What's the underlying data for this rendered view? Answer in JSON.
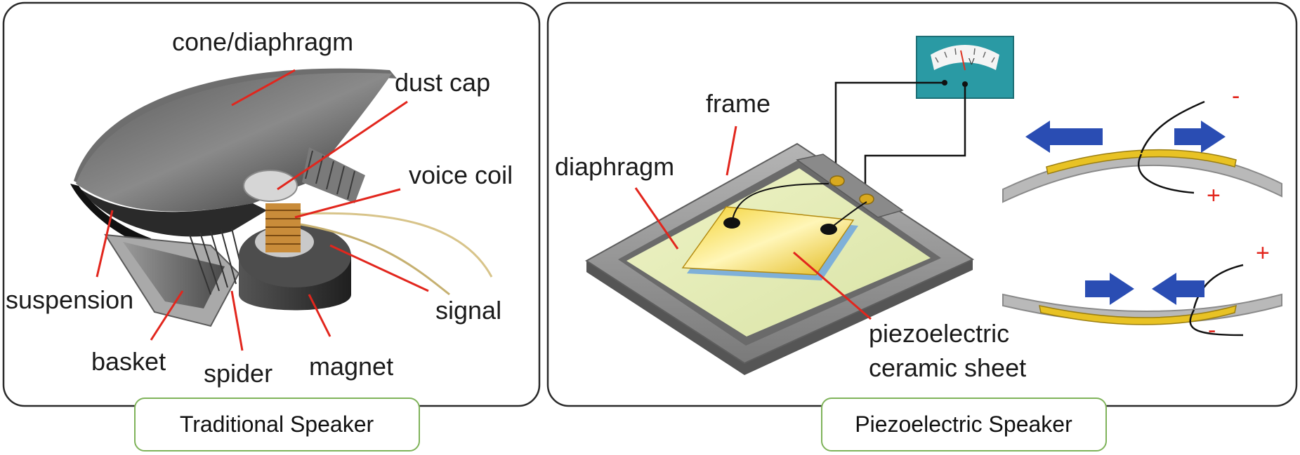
{
  "panels": {
    "traditional": {
      "caption": "Traditional Speaker",
      "labels": {
        "cone": "cone/diaphragm",
        "dust_cap": "dust cap",
        "voice_coil": "voice coil",
        "suspension": "suspension",
        "signal": "signal",
        "basket": "basket",
        "spider": "spider",
        "magnet": "magnet"
      }
    },
    "piezo": {
      "caption": "Piezoelectric Speaker",
      "labels": {
        "frame": "frame",
        "diaphragm": "diaphragm",
        "sheet_line1": "piezoelectric",
        "sheet_line2": "ceramic sheet",
        "meter_unit": "V"
      },
      "polarity": {
        "top_minus": "-",
        "top_plus": "+",
        "bottom_plus": "+",
        "bottom_minus": "-"
      }
    }
  },
  "colors": {
    "leader": "#e2261d",
    "arrow": "#2a4db3",
    "caption_border": "#7fb35a",
    "meter_body": "#2a9aa4",
    "ceramic": "#e8c224"
  },
  "icons": [
    "loudspeaker-cutaway-icon",
    "voltmeter-icon",
    "arrow-left-icon",
    "arrow-right-icon"
  ]
}
